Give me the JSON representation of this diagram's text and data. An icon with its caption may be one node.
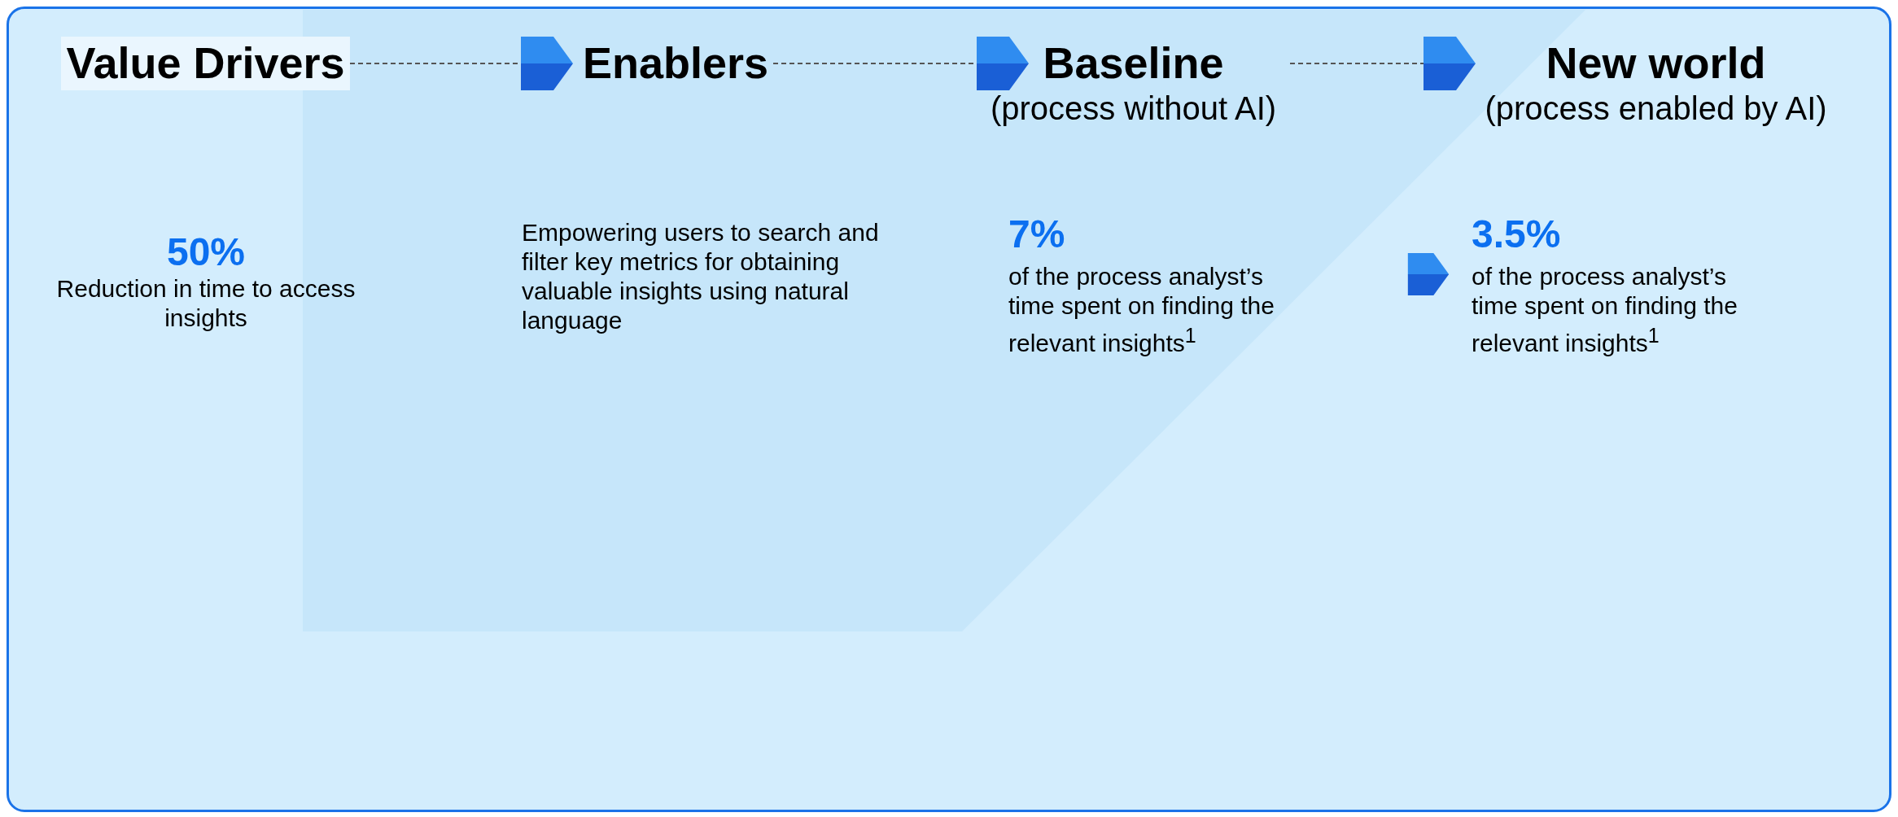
{
  "diagram": {
    "nodes": [
      {
        "text": [
          "Value Drivers"
        ]
      },
      {
        "text": [
          "Enablers"
        ]
      },
      {
        "text": [
          "Baseline",
          "(process without AI)"
        ]
      },
      {
        "text": [
          "New world",
          "(process enabled by AI)"
        ]
      }
    ],
    "edges": [
      {
        "from": 0,
        "to": 1,
        "arrow": "to",
        "style": "dashed"
      },
      {
        "from": 1,
        "to": 2,
        "arrow": "to",
        "style": "dashed"
      },
      {
        "from": 2,
        "to": 3,
        "arrow": "to",
        "style": "dashed"
      }
    ],
    "labels": [
      "50%",
      "Reduction in time to access insights",
      "Empowering users to search and filter key metrics for obtaining valuable insights using natural language",
      "7%",
      "of the process analyst’s time spent on finding the relevant insights$^{1}$",
      "3.5%",
      "of the process analyst’s time spent on finding the relevant insights$^{1}$"
    ]
  }
}
